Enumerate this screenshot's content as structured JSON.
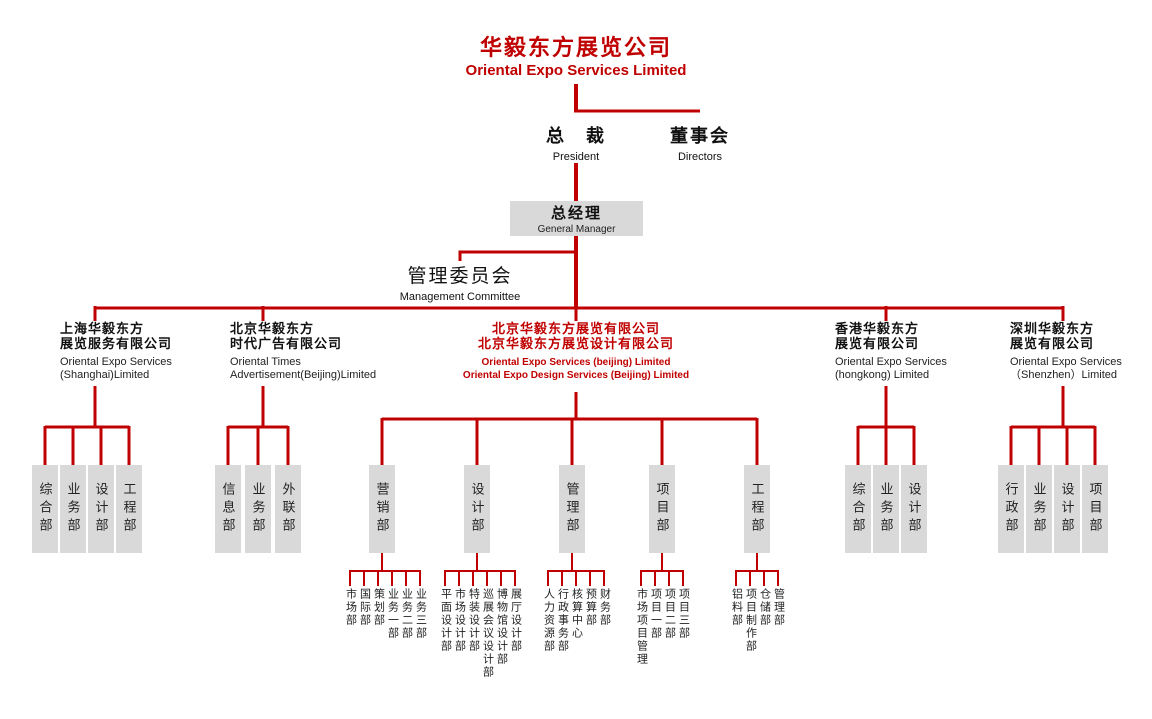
{
  "colors": {
    "accent_red": "#c00000",
    "box_gray": "#d9d9d9",
    "text_black": "#111111"
  },
  "header": {
    "title_zh": "华毅东方展览公司",
    "title_en": "Oriental Expo Services Limited"
  },
  "nodes": {
    "president": {
      "zh": "总　裁",
      "en": "President"
    },
    "directors": {
      "zh": "董事会",
      "en": "Directors"
    },
    "general_manager": {
      "zh": "总经理",
      "en": "General Manager"
    },
    "management_committee": {
      "zh": "管理委员会",
      "en": "Management Committee"
    }
  },
  "branches": [
    {
      "id": "shanghai",
      "zh1": "上海华毅东方",
      "zh2": "展览服务有限公司",
      "en1": "Oriental Expo Services",
      "en2": "(Shanghai)Limited",
      "departments": [
        {
          "label": "综合部"
        },
        {
          "label": "业务部"
        },
        {
          "label": "设计部"
        },
        {
          "label": "工程部"
        }
      ]
    },
    {
      "id": "beijing-times",
      "zh1": "北京华毅东方",
      "zh2": "时代广告有限公司",
      "en1": "Oriental Times",
      "en2": "Advertisement(Beijing)Limited",
      "departments": [
        {
          "label": "信息部"
        },
        {
          "label": "业务部"
        },
        {
          "label": "外联部"
        }
      ]
    },
    {
      "id": "beijing-expo",
      "zh1": "北京华毅东方展览有限公司",
      "zh2": "北京华毅东方展览设计有限公司",
      "en1": "Oriental Expo Services (beijing) Limited",
      "en2": "Oriental Expo Design Services (Beijing) Limited",
      "departments": [
        {
          "label": "营销部",
          "subs": [
            "市场部",
            "国际部",
            "策划部",
            "业务一部",
            "业务二部",
            "业务三部"
          ]
        },
        {
          "label": "设计部",
          "subs": [
            "平面设计部",
            "市场设计部",
            "特装设计部",
            "巡展会议设计部",
            "博物馆设计部",
            "展厅设计部"
          ]
        },
        {
          "label": "管理部",
          "subs": [
            "人力资源部",
            "行政事务部",
            "核算中心",
            "预算部",
            "财务部"
          ]
        },
        {
          "label": "项目部",
          "subs": [
            "市场项目管理",
            "项目一部",
            "项目二部",
            "项目三部"
          ]
        },
        {
          "label": "工程部",
          "subs": [
            "铝料部",
            "项目制作部",
            "仓储部",
            "管理部"
          ]
        }
      ]
    },
    {
      "id": "hongkong",
      "zh1": "香港华毅东方",
      "zh2": "展览有限公司",
      "en1": "Oriental Expo Services",
      "en2": "(hongkong) Limited",
      "departments": [
        {
          "label": "综合部"
        },
        {
          "label": "业务部"
        },
        {
          "label": "设计部"
        }
      ]
    },
    {
      "id": "shenzhen",
      "zh1": "深圳华毅东方",
      "zh2": "展览有限公司",
      "en1": "Oriental Expo Services",
      "en2": "（Shenzhen）Limited",
      "departments": [
        {
          "label": "行政部"
        },
        {
          "label": "业务部"
        },
        {
          "label": "设计部"
        },
        {
          "label": "项目部"
        }
      ]
    }
  ]
}
